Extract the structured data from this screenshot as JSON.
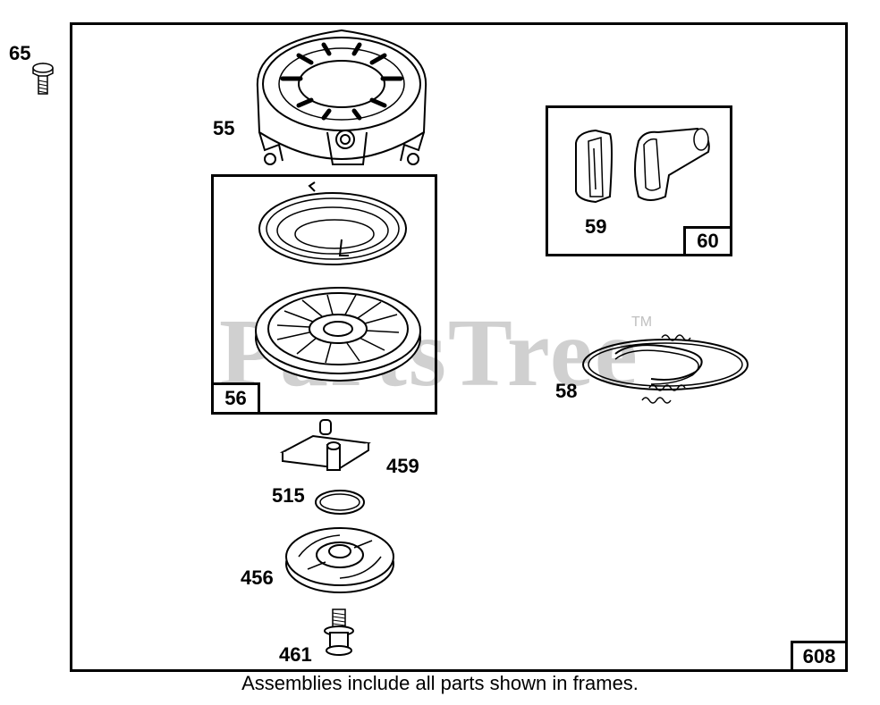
{
  "diagram": {
    "main_frame_label": "608",
    "caption": "Assemblies include all parts shown in frames.",
    "watermark": "PartsTree",
    "watermark_tm": "TM",
    "assembly_frames": [
      {
        "label": "56"
      },
      {
        "label": "60"
      }
    ],
    "part_labels": {
      "screw": "65",
      "housing": "55",
      "grip": "59",
      "rope": "58",
      "pawl": "459",
      "ring": "515",
      "pulley_cup": "456",
      "bolt": "461"
    }
  }
}
